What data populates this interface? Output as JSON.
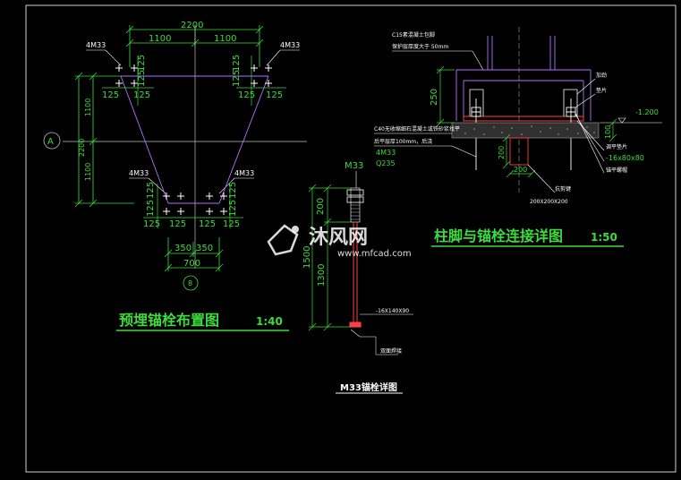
{
  "colors": {
    "background": "#000000",
    "frame": "#d0d0d0",
    "dimension": "#3cdc3c",
    "column": "#b070ff",
    "steel": "#ff4040",
    "text": "#ffffff",
    "axis": "#c0c0c0",
    "concrete": "#a0a0a0"
  },
  "plan": {
    "top_total": "2200",
    "top_left": "1100",
    "top_right": "1100",
    "label_4m33": "4M33",
    "bolt_spacing": "125",
    "side_top": "1100",
    "side_bottom": "1100",
    "side_total": "2200",
    "axis_a": "A",
    "bottom_left": "350",
    "bottom_right": "350",
    "bottom_total": "700",
    "axis_b": "8",
    "title": "预埋锚栓布置图",
    "scale": "1:40"
  },
  "bolt": {
    "label": "M33",
    "dim_200": "200",
    "dim_1500": "1500",
    "dim_1300": "1300",
    "plate_label": "-16X140X90",
    "weld_note": "双面焊接",
    "title": "M33锚栓详图"
  },
  "detail": {
    "note_c15_1": "C15素混凝土包脚",
    "note_c15_2": "保护层厚度大于 50mm",
    "dim_250": "250",
    "rib_label": "加劲",
    "washer_label": "垫片",
    "elevation": "-1.200",
    "dim_100": "100",
    "grout_1": "C40无收缩细石混凝土或铁砂浆找平",
    "grout_2": "后平层厚100mm，后浇",
    "bolt_count": "4M33",
    "grade": "Q235",
    "dim_200v": "200",
    "dim_200h": "200",
    "shear_key": "抗剪键",
    "shear_key_size": "200X200X200",
    "leveling_washer": "调平垫片",
    "plate_size": "-16x80x80",
    "leveling_nut": "锚平螺帽",
    "title": "柱脚与锚栓连接详图",
    "scale": "1:50"
  },
  "watermark": {
    "brand": "沐风网",
    "url": "www.mfcad.com"
  }
}
